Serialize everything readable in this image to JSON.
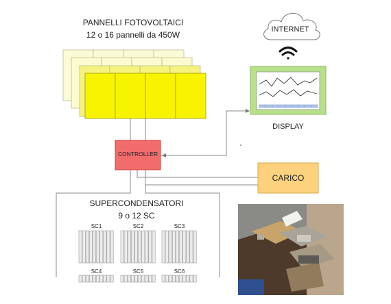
{
  "panels": {
    "title": "PANNELLI FOTOVOLTAICI",
    "subtitle": "12 o 16 pannelli da 450W"
  },
  "cloud": {
    "label": "INTERNET"
  },
  "display": {
    "label": "DISPLAY"
  },
  "controller": {
    "label": "CONTROLLER"
  },
  "load": {
    "label": "CARICO"
  },
  "supercaps": {
    "title": "SUPERCONDENSATORI",
    "subtitle": "9 o 12 SC",
    "cells": [
      "SC1",
      "SC2",
      "SC3",
      "SC4",
      "SC5",
      "SC6"
    ]
  },
  "colors": {
    "panel_front": "#f8f400",
    "panel_back": "#fbfbd2",
    "controller": "#f26c6c",
    "load": "#fdd17e",
    "display_frame": "#b7e08a",
    "line": "#8a8a8a"
  }
}
